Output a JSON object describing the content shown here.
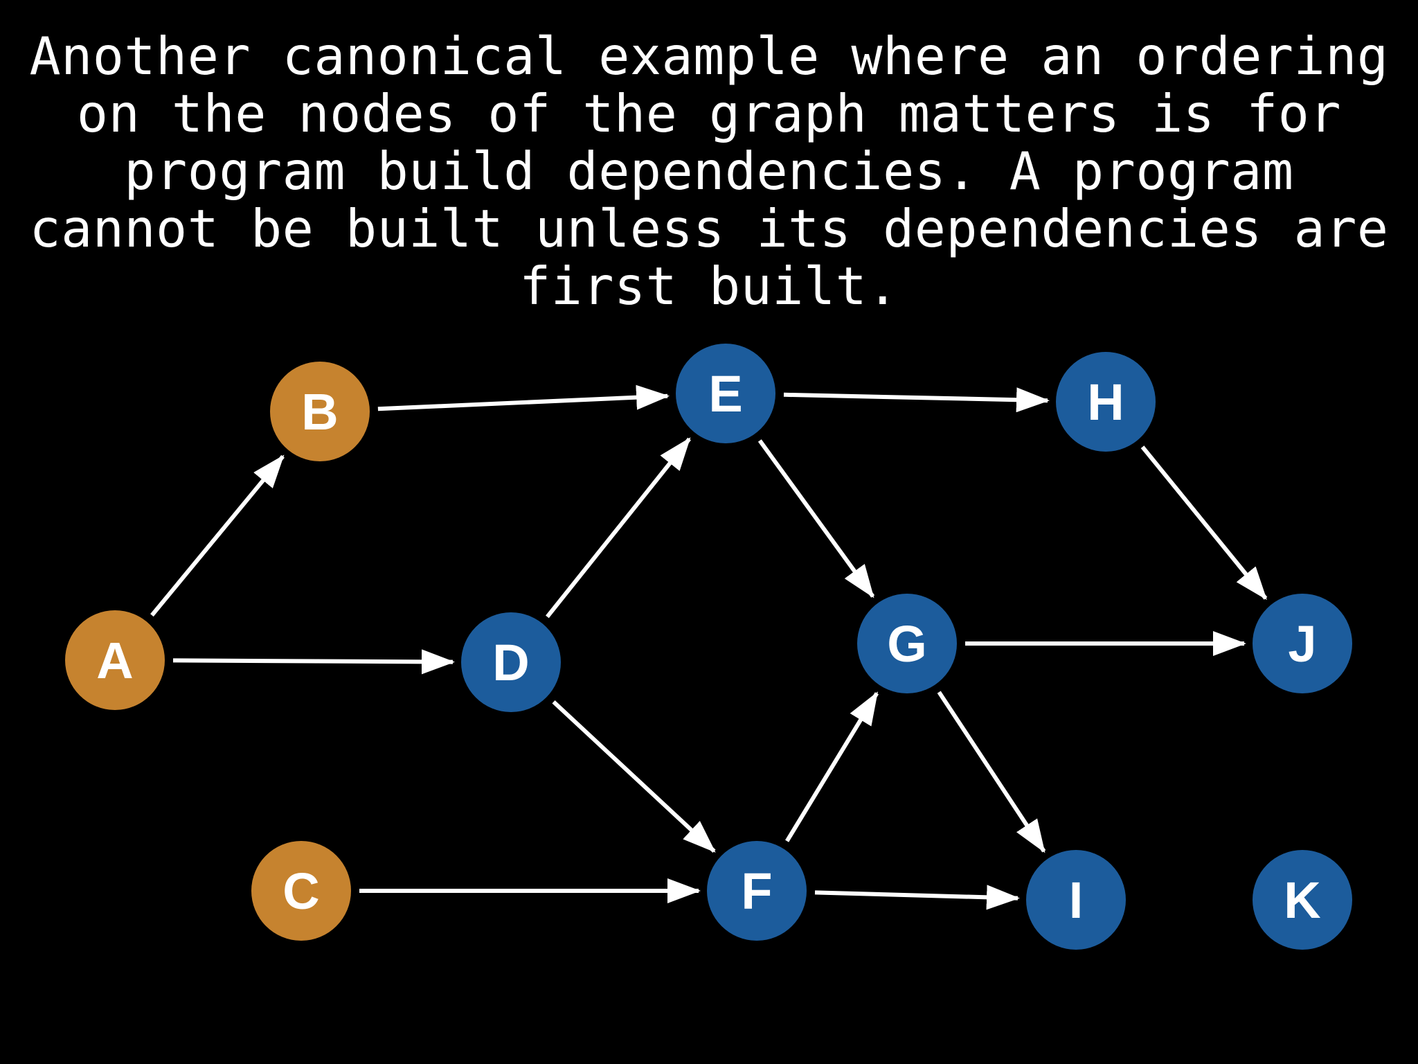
{
  "caption": "Another canonical example where an ordering on the nodes of the graph matters is for program build dependencies. A program cannot be built unless its dependencies are first built.",
  "colors": {
    "background": "#000000",
    "root_node": "#c6832f",
    "dependent_node": "#1c5c9c",
    "edge": "#ffffff",
    "label": "#ffffff"
  },
  "graph": {
    "nodes": [
      {
        "id": "A",
        "label": "A",
        "group": "root"
      },
      {
        "id": "B",
        "label": "B",
        "group": "root"
      },
      {
        "id": "C",
        "label": "C",
        "group": "root"
      },
      {
        "id": "D",
        "label": "D",
        "group": "dependent"
      },
      {
        "id": "E",
        "label": "E",
        "group": "dependent"
      },
      {
        "id": "F",
        "label": "F",
        "group": "dependent"
      },
      {
        "id": "G",
        "label": "G",
        "group": "dependent"
      },
      {
        "id": "H",
        "label": "H",
        "group": "dependent"
      },
      {
        "id": "I",
        "label": "I",
        "group": "dependent"
      },
      {
        "id": "J",
        "label": "J",
        "group": "dependent"
      },
      {
        "id": "K",
        "label": "K",
        "group": "dependent"
      }
    ],
    "edges": [
      {
        "from": "A",
        "to": "B"
      },
      {
        "from": "A",
        "to": "D"
      },
      {
        "from": "B",
        "to": "E"
      },
      {
        "from": "D",
        "to": "E"
      },
      {
        "from": "D",
        "to": "F"
      },
      {
        "from": "C",
        "to": "F"
      },
      {
        "from": "E",
        "to": "H"
      },
      {
        "from": "E",
        "to": "G"
      },
      {
        "from": "F",
        "to": "G"
      },
      {
        "from": "F",
        "to": "I"
      },
      {
        "from": "G",
        "to": "J"
      },
      {
        "from": "G",
        "to": "I"
      },
      {
        "from": "H",
        "to": "J"
      }
    ]
  }
}
